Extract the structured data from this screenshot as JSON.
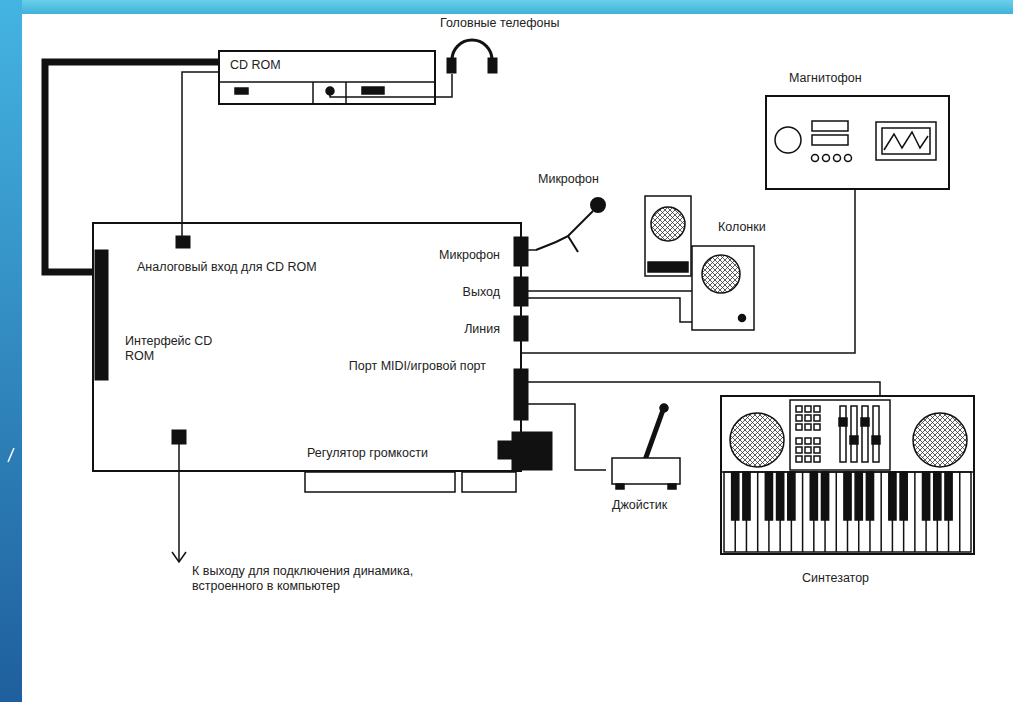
{
  "diagram": {
    "nodes": [
      {
        "text": [
          "CD ROM"
        ]
      },
      {
        "text": [
          "Головные телефоны"
        ]
      },
      {
        "text": [
          "Магнитофон"
        ]
      },
      {
        "text": [
          "Микрофон"
        ]
      },
      {
        "text": [
          "Колонки"
        ]
      },
      {
        "text": [
          "Аналоговый вход для CD ROM",
          "Микрофон",
          "Выход",
          "Линия",
          "Интерфейс CD ROM",
          "Порт MIDI/игровой порт",
          "Регулятор громкости"
        ]
      },
      {
        "text": [
          "Синтезатор"
        ]
      },
      {
        "text": [
          "Джойстик"
        ]
      }
    ],
    "edges": [
      {
        "from": 0,
        "to": 5,
        "arrow": "none"
      },
      {
        "from": 0,
        "to": 5,
        "arrow": "none"
      },
      {
        "from": 1,
        "to": 0,
        "arrow": "none"
      },
      {
        "from": 3,
        "to": 5,
        "arrow": "none"
      },
      {
        "from": 4,
        "to": 5,
        "arrow": "none"
      },
      {
        "from": 2,
        "to": 5,
        "arrow": "none"
      },
      {
        "from": 6,
        "to": 5,
        "arrow": "none"
      },
      {
        "from": 7,
        "to": 5,
        "arrow": "none"
      }
    ],
    "labels": [
      "К выходу для подключения динамика, встроенного в компьютер"
    ]
  }
}
